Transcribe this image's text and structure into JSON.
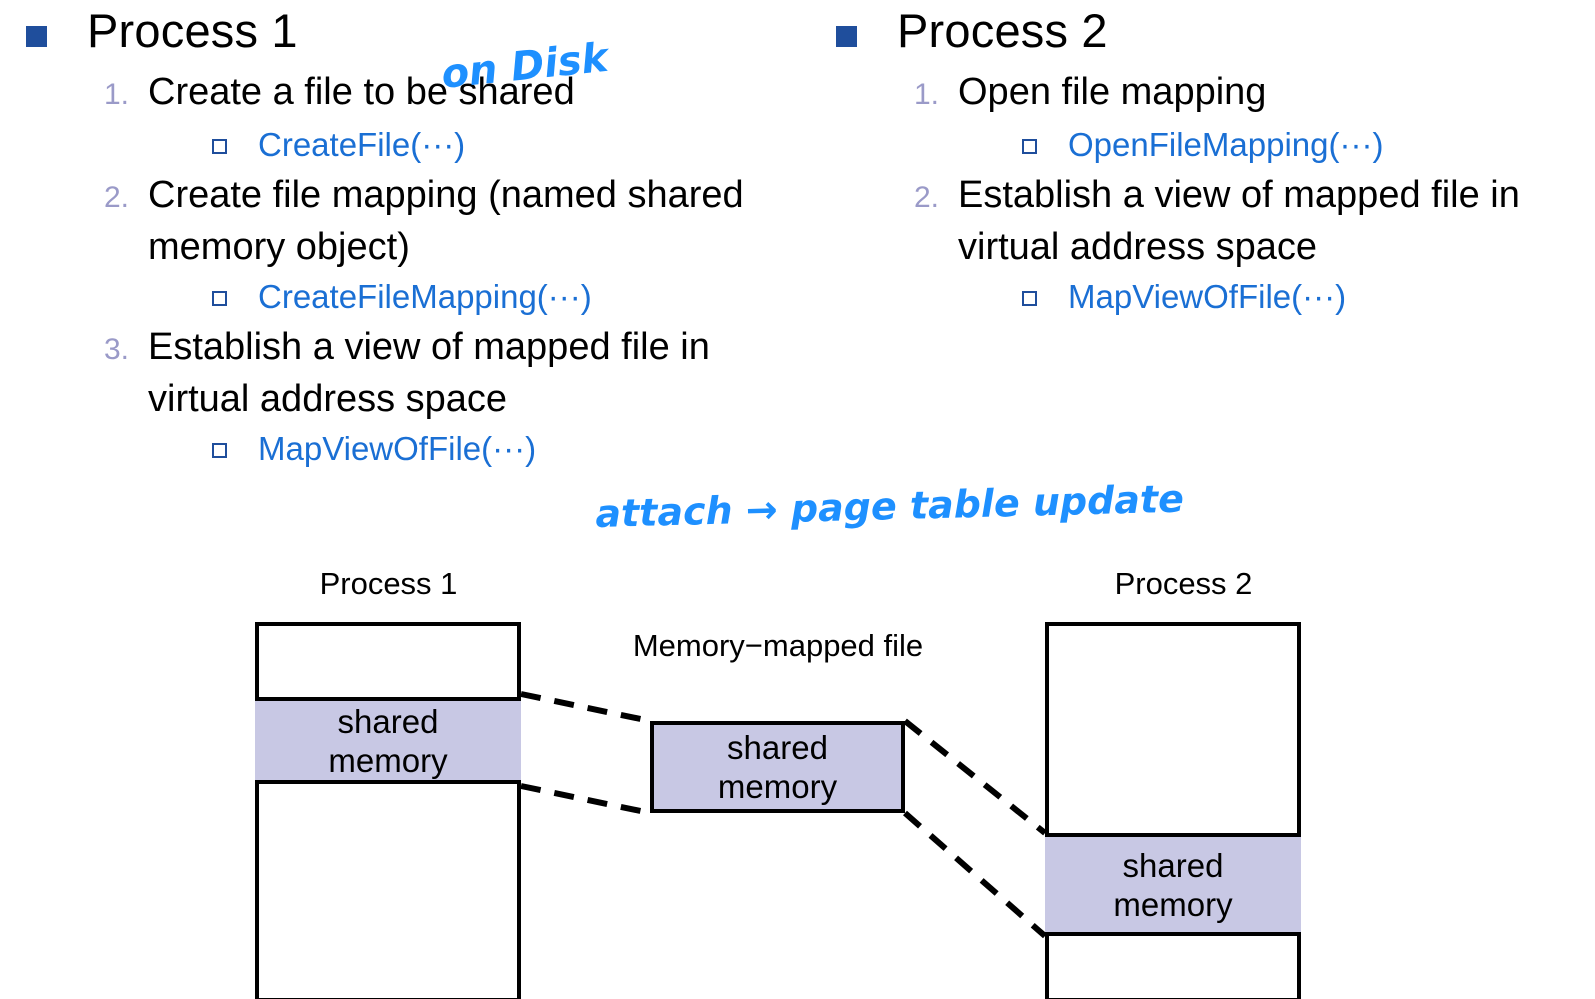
{
  "slide": {
    "columns": [
      {
        "heading": "Process 1",
        "marker": "filled-square-bullet",
        "items": [
          {
            "number": "1.",
            "text": "Create a file to be shared",
            "api": [
              {
                "marker": "hollow-square-bullet",
                "text": "CreateFile(···)"
              }
            ]
          },
          {
            "number": "2.",
            "text": "Create file mapping (named shared memory object)",
            "api": [
              {
                "marker": "hollow-square-bullet",
                "text": "CreateFileMapping(···)"
              }
            ]
          },
          {
            "number": "3.",
            "text": "Establish a view of mapped file in virtual address space",
            "api": [
              {
                "marker": "hollow-square-bullet",
                "text": "MapViewOfFile(···)"
              }
            ]
          }
        ]
      },
      {
        "heading": "Process 2",
        "marker": "filled-square-bullet",
        "items": [
          {
            "number": "1.",
            "text": "Open file mapping",
            "api": [
              {
                "marker": "hollow-square-bullet",
                "text": "OpenFileMapping(···)"
              }
            ]
          },
          {
            "number": "2.",
            "text": "Establish a view of mapped file in virtual address space",
            "api": [
              {
                "marker": "hollow-square-bullet",
                "text": "MapViewOfFile(···)"
              }
            ]
          }
        ]
      }
    ],
    "annotations": [
      {
        "id": "on-disk",
        "text": "on Disk",
        "color": "#1e90ff"
      },
      {
        "id": "attach",
        "text": "attach → page table update",
        "color": "#1e90ff"
      }
    ],
    "diagram": {
      "process1_label": "Process 1",
      "process2_label": "Process 2",
      "mapped_file_label": "Memory−mapped file",
      "shared_memory_line1": "shared",
      "shared_memory_line2": "memory",
      "shared_fill_color": "#c8c8e4",
      "stroke_color": "#000000"
    },
    "colors": {
      "level1_bullet": "#1f4e9c",
      "level2_number": "#9a9ac8",
      "level3_text": "#1a6fd4",
      "ink": "#1e90ff"
    }
  }
}
